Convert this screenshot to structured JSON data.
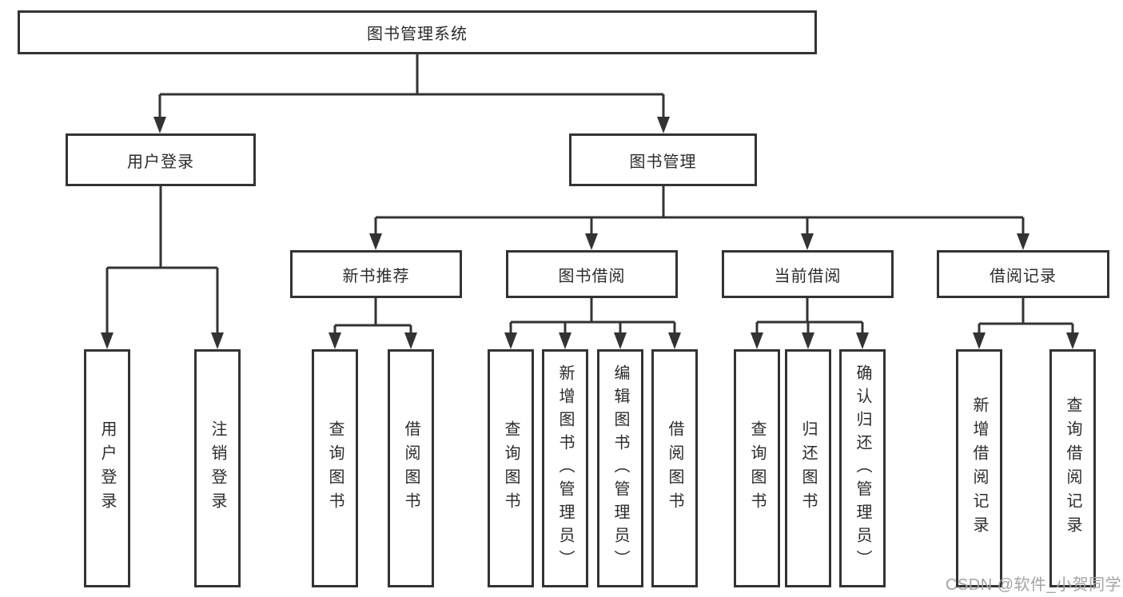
{
  "diagram": {
    "root": {
      "label": "图书管理系统",
      "children": [
        {
          "label": "用户登录",
          "children": [
            {
              "label": "用户登录"
            },
            {
              "label": "注销登录"
            }
          ]
        },
        {
          "label": "图书管理",
          "children": [
            {
              "label": "新书推荐",
              "children": [
                {
                  "label": "查询图书"
                },
                {
                  "label": "借阅图书"
                }
              ]
            },
            {
              "label": "图书借阅",
              "children": [
                {
                  "label": "查询图书"
                },
                {
                  "label": "新增图书（管理员）"
                },
                {
                  "label": "编辑图书（管理员）"
                },
                {
                  "label": "借阅图书"
                }
              ]
            },
            {
              "label": "当前借阅",
              "children": [
                {
                  "label": "查询图书"
                },
                {
                  "label": "归还图书"
                },
                {
                  "label": "确认归还（管理员）"
                }
              ]
            },
            {
              "label": "借阅记录",
              "children": [
                {
                  "label": "新增借阅记录"
                },
                {
                  "label": "查询借阅记录"
                }
              ]
            }
          ]
        }
      ]
    }
  },
  "watermark": {
    "text": "CSDN @软件_小贺同学"
  },
  "colors": {
    "line": "#333333",
    "box_border": "#333333",
    "text": "#2b2b2b",
    "watermark": "#a3a3a3",
    "background": "#ffffff"
  }
}
